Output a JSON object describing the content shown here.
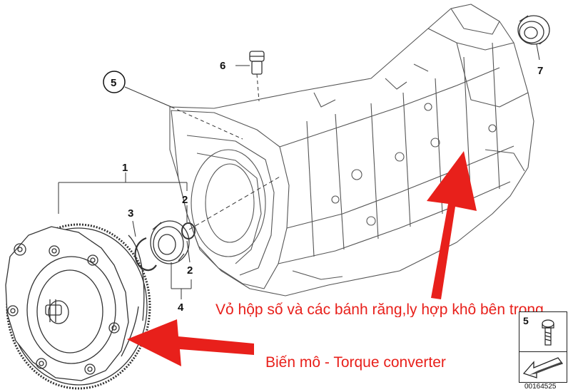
{
  "parts": {
    "p1": "1",
    "p2_top": "2",
    "p2_bottom": "2",
    "p3": "3",
    "p4": "4",
    "p5": "5",
    "p6": "6",
    "p7": "7"
  },
  "annotations": {
    "gearbox": "Vỏ hộp số và các bánh răng,ly hợp khô bên trong",
    "converter": "Biến mô - Torque converter"
  },
  "reference_box": {
    "part_number": "5"
  },
  "image_code": "00164525",
  "colors": {
    "annotation": "#e8201b",
    "line_art": "#333333"
  }
}
